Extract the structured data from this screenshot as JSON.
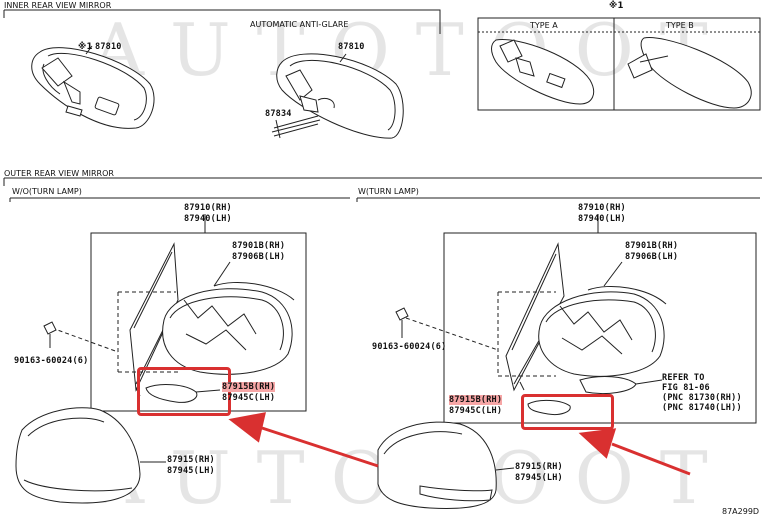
{
  "watermark": "AUTOTOOT",
  "inner": {
    "title": "INNER REAR VIEW MIRROR",
    "mirror_part": "87810",
    "mark": "※1",
    "anti_glare_title": "AUTOMATIC ANTI-GLARE",
    "anti_glare_part": "87810",
    "harness_part": "87834",
    "mark_box": "※1",
    "type_a": "TYPE A",
    "type_b": "TYPE B"
  },
  "outer": {
    "title": "OUTER REAR VIEW MIRROR",
    "left": {
      "title": "W/O(TURN LAMP)",
      "assy_rh": "87910(RH)",
      "assy_lh": "87940(LH)",
      "glass_rh": "87901B(RH)",
      "glass_lh": "87906B(LH)",
      "bolt": "90163-60024(6)",
      "cover_rh": "87915B(RH)",
      "cover_lh": "87945C(LH)",
      "cap_rh": "87915(RH)",
      "cap_lh": "87945(LH)"
    },
    "right": {
      "title": "W(TURN LAMP)",
      "assy_rh": "87910(RH)",
      "assy_lh": "87940(LH)",
      "glass_rh": "87901B(RH)",
      "glass_lh": "87906B(LH)",
      "bolt": "90163-60024(6)",
      "cover_rh": "87915B(RH)",
      "cover_lh": "87945C(LH)",
      "refer1": "REFER TO",
      "refer2": "FIG 81-06",
      "refer3": "(PNC 81730(RH))",
      "refer4": "(PNC 81740(LH))",
      "cap_rh": "87915(RH)",
      "cap_lh": "87945(LH)"
    }
  },
  "figure_code": "87A299D",
  "colors": {
    "highlight": "#f7a6a6",
    "annotation": "#d93030",
    "line": "#222222"
  }
}
